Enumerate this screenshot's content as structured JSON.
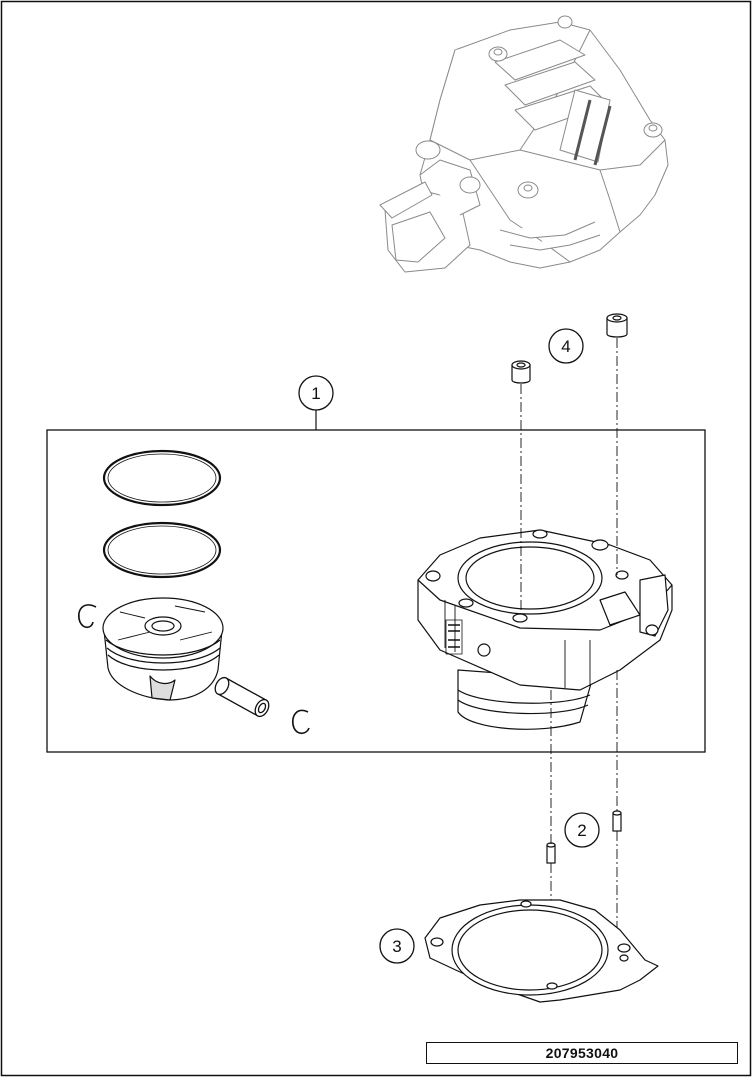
{
  "callouts": [
    {
      "id": "1",
      "label": "1"
    },
    {
      "id": "2",
      "label": "2"
    },
    {
      "id": "3",
      "label": "3"
    },
    {
      "id": "4",
      "label": "4"
    }
  ],
  "drawing_code": "207953040",
  "colors": {
    "line": "#111111",
    "light_line": "#777777",
    "paper": "#ffffff"
  }
}
